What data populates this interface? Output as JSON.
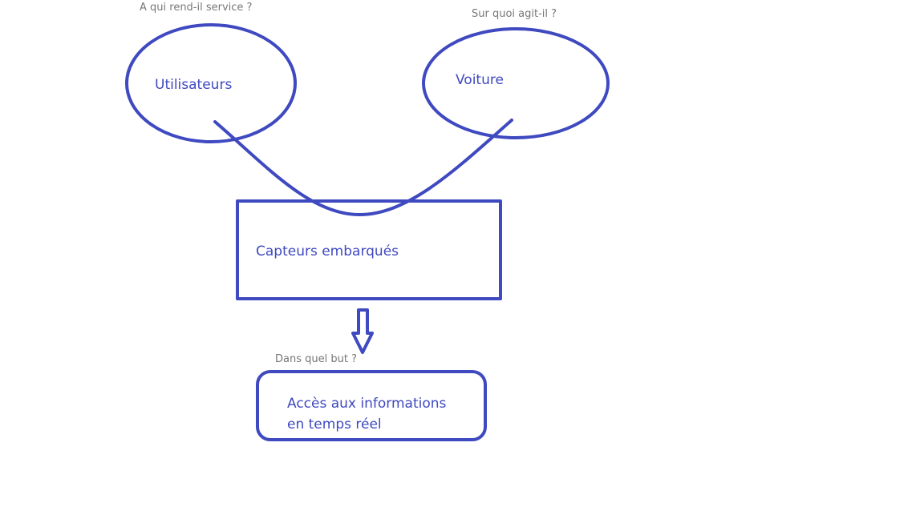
{
  "colors": {
    "stroke": "#3f49c0",
    "node_text": "#3f49c0",
    "question_text": "#777777",
    "background": "#ffffff"
  },
  "nodes": {
    "users": {
      "label": "Utilisateurs"
    },
    "car": {
      "label": "Voiture"
    },
    "sensors": {
      "label": "Capteurs embarqués"
    },
    "info_access": {
      "line1": "Accès aux informations",
      "line2": "en temps réel"
    }
  },
  "questions": {
    "serves_whom": "A qui rend-il service ?",
    "acts_on": "Sur quoi agit-il ?",
    "purpose": "Dans quel but ?"
  }
}
